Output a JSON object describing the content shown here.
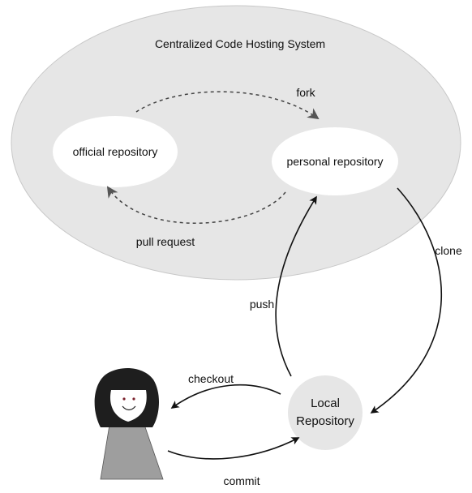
{
  "cloud": {
    "title": "Centralized Code Hosting System"
  },
  "nodes": {
    "official_repository": "official repository",
    "personal_repository": "personal repository",
    "local_repository_line1": "Local",
    "local_repository_line2": "Repository"
  },
  "edges": {
    "fork": "fork",
    "pull_request": "pull request",
    "clone": "clone",
    "push": "push",
    "checkout": "checkout",
    "commit": "commit"
  },
  "colors": {
    "cloud_fill": "#e6e6e6",
    "cloud_stroke": "#c8c8c8",
    "node_fill": "#ffffff",
    "local_fill": "#e6e6e6",
    "arrow": "#111111",
    "dashed_arrow": "#444444",
    "person_hair": "#1e1e1e",
    "person_body": "#9e9e9e",
    "person_face": "#ffffff"
  },
  "icons": {
    "person": "person-icon"
  }
}
